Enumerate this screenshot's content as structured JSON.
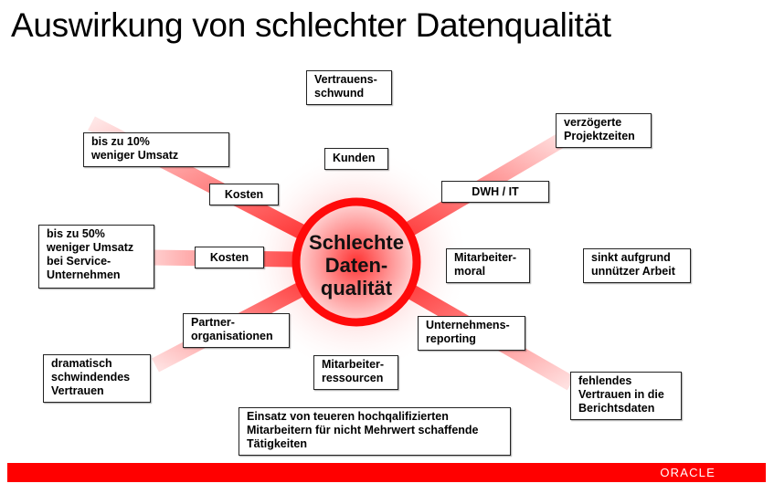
{
  "slide": {
    "title": "Auswirkung von schlechter Datenqualität",
    "accent_color": "#ff0000"
  },
  "hub": {
    "label": "Schlechte\nDaten-\nqualität"
  },
  "categories": [
    {
      "id": "kunden",
      "label": "Kunden",
      "effect": "Vertrauens-\nschwund"
    },
    {
      "id": "dwh-it",
      "label": "DWH / IT",
      "effect": "verzögerte\nProjektzeiten"
    },
    {
      "id": "mitarbeitermoral",
      "label": "Mitarbeiter-\nmoral",
      "effect": "sinkt aufgrund\nunnützer Arbeit"
    },
    {
      "id": "unternehmensreporting",
      "label": "Unternehmens-\nreporting",
      "effect": "fehlendes\nVertrauen in die\nBerichtsdaten"
    },
    {
      "id": "mitarbeiterressourcen",
      "label": "Mitarbeiter-\nressourcen",
      "effect": "Einsatz von teueren hochqalifizierten\nMitarbeitern für nicht Mehrwert schaffende\nTätigkeiten"
    },
    {
      "id": "partnerorganisationen",
      "label": "Partner-\norganisationen",
      "effect": "dramatisch\nschwindendes\nVertrauen"
    },
    {
      "id": "kosten-service",
      "label": "Kosten",
      "effect": "bis zu 50%\nweniger Umsatz\nbei Service-\nUnternehmen"
    },
    {
      "id": "kosten-umsatz",
      "label": "Kosten",
      "effect": "bis zu 10%\nweniger Umsatz"
    }
  ],
  "footer": {
    "logo": "ORACLE"
  }
}
